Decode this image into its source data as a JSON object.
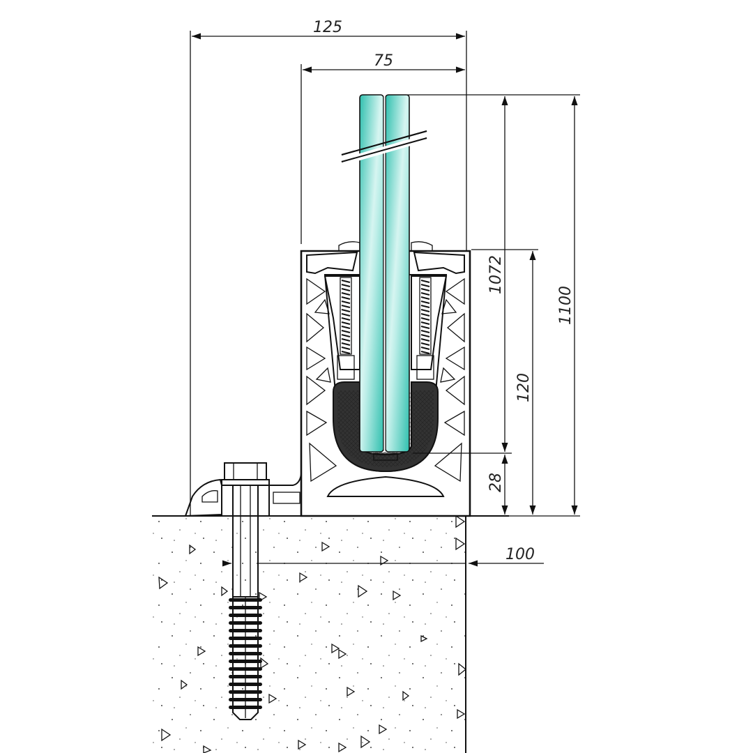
{
  "dimensions": {
    "overall_width": "125",
    "profile_width": "75",
    "glass_height": "1072",
    "total_height": "1100",
    "profile_height": "120",
    "base_height": "28",
    "anchor_depth": "100"
  },
  "colors": {
    "glass": "#3cc8b8",
    "glass_light": "#d6f5f1",
    "rubber": "#333333",
    "line": "#111111",
    "concrete_dots": "#444444"
  },
  "icons": {
    "anchor_bolt": "hex-bolt-icon"
  }
}
